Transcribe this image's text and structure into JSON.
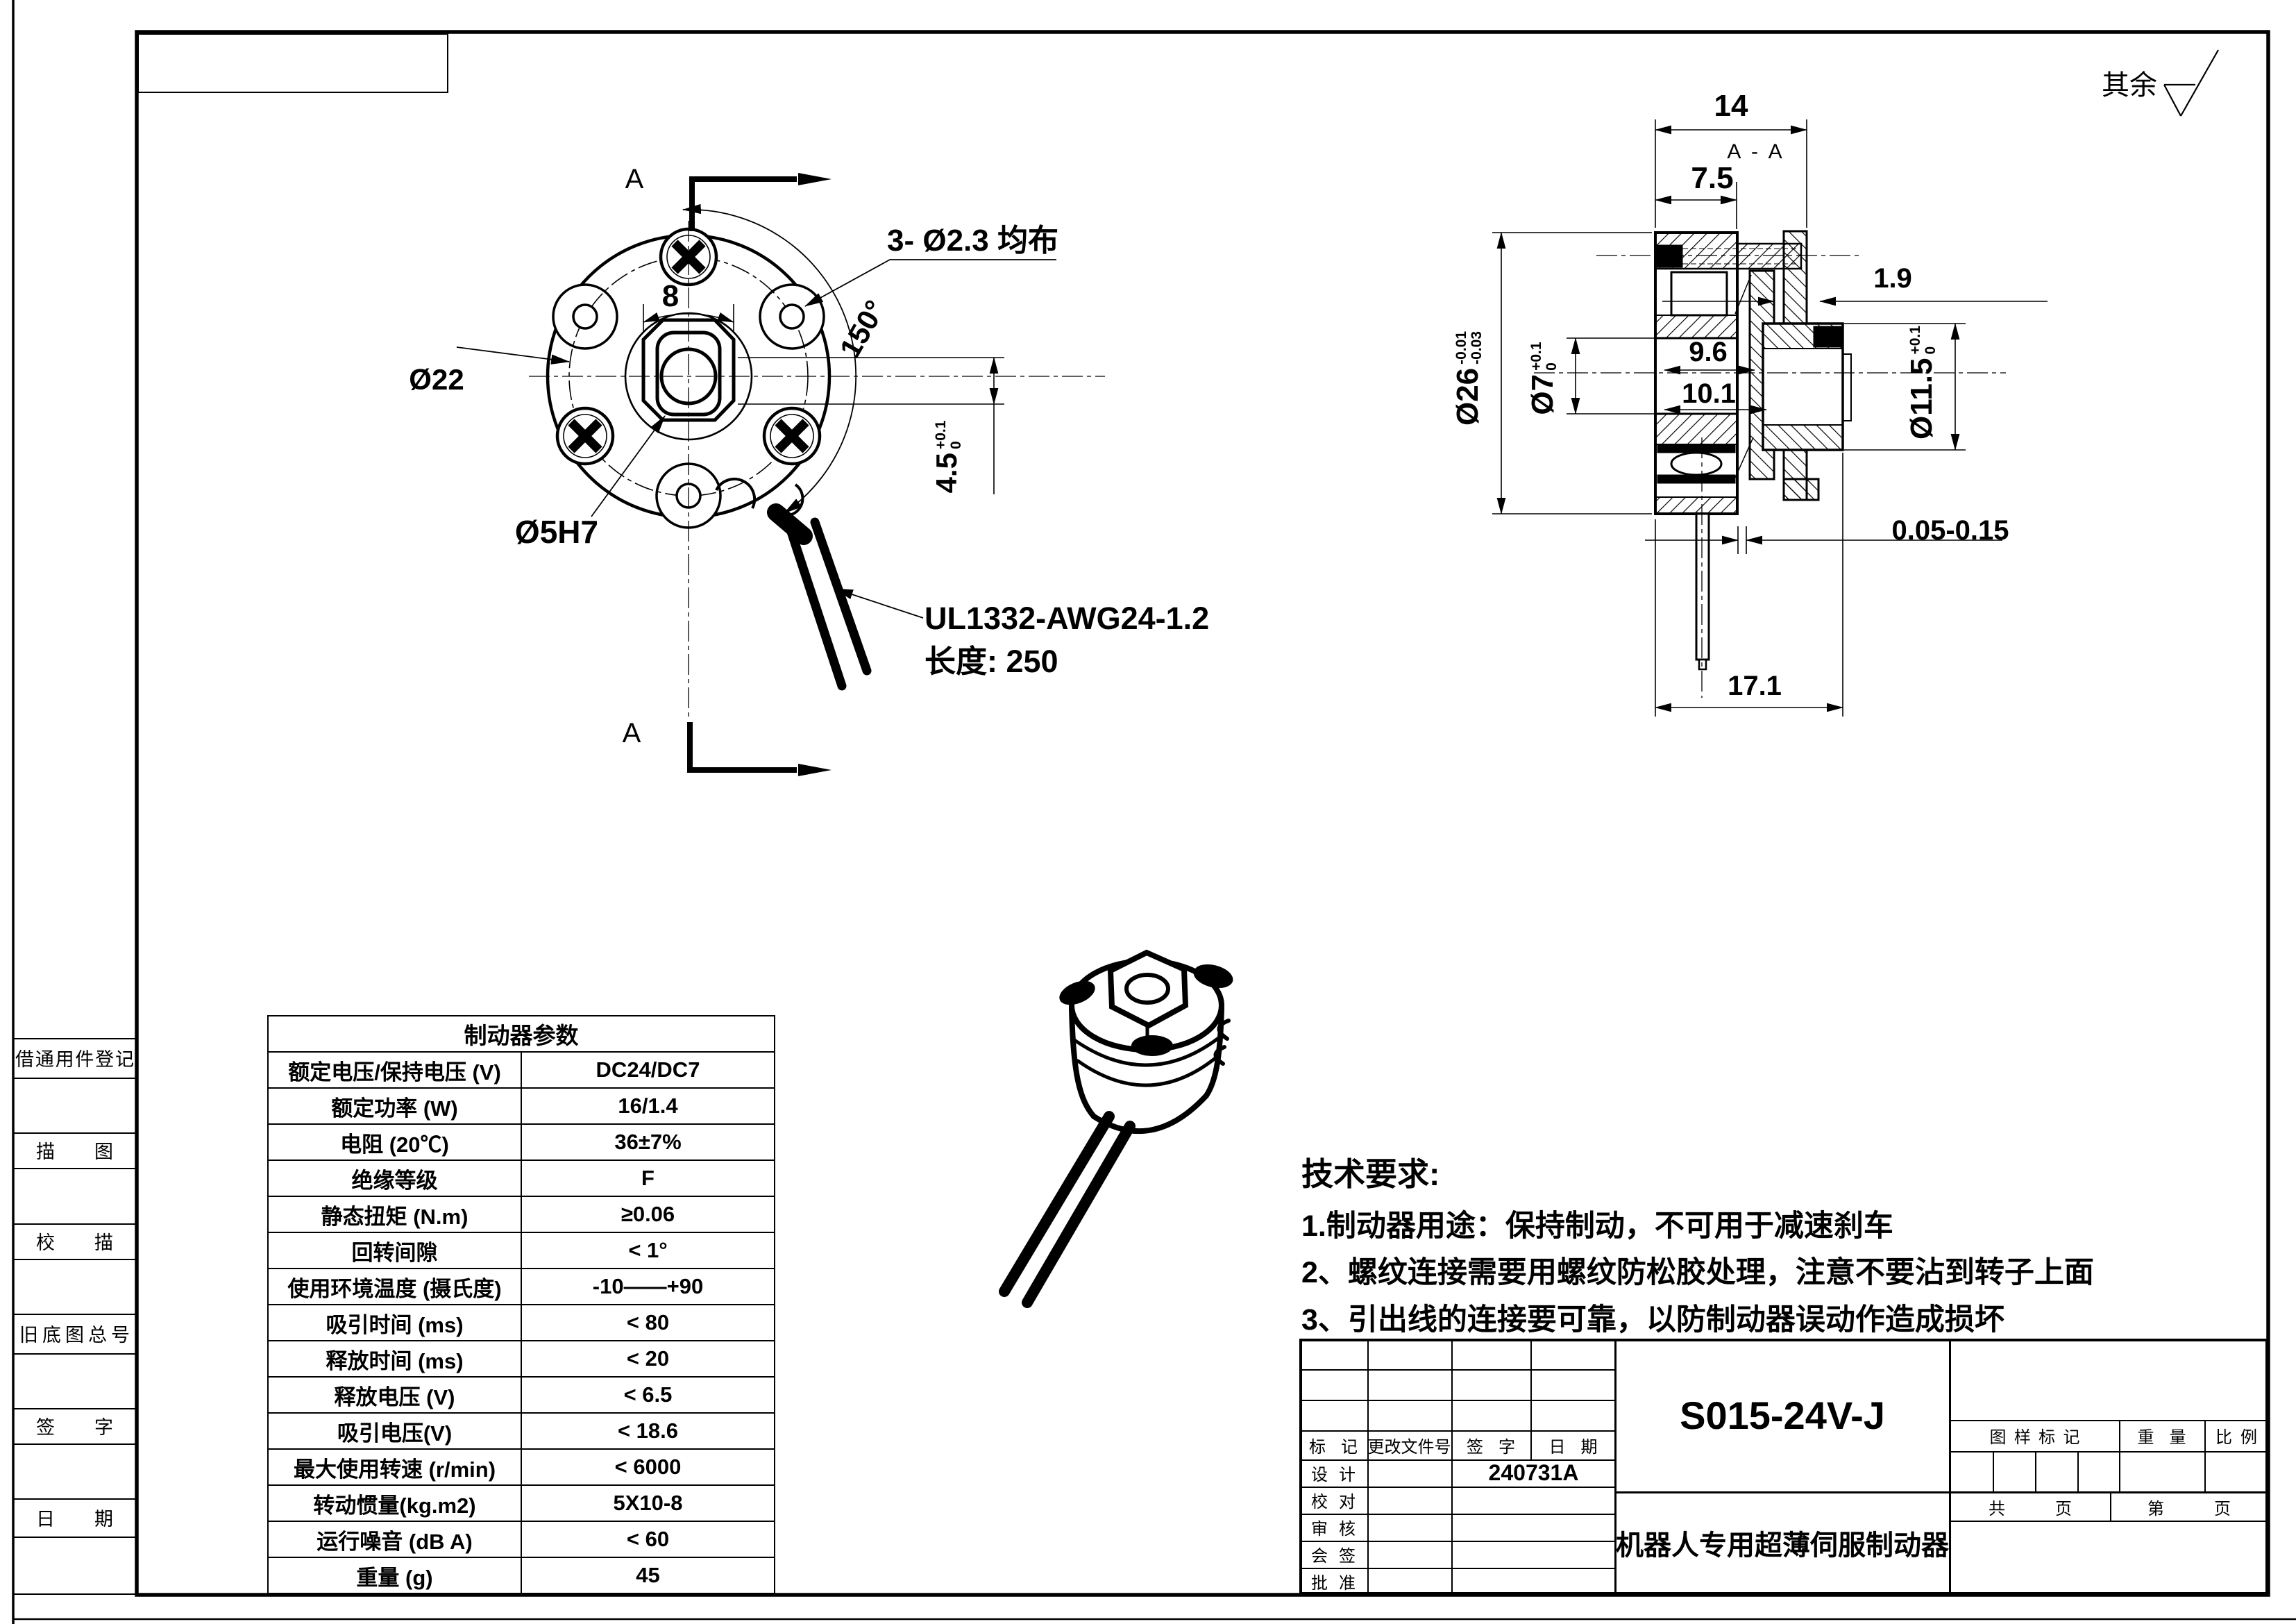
{
  "drawing": {
    "roughness_note": "其余",
    "front_view": {
      "section_marker": "A",
      "dim_bolt_circle": "Ø22",
      "dim_square": "8",
      "dim_holes": "3- Ø2.3 均布",
      "dim_angle": "150°",
      "dim_center_hole": "Ø5H7",
      "dim_offset": "4.5",
      "dim_offset_tol_up": "+0.1",
      "dim_offset_tol_dn": "0",
      "wire_spec": "UL1332-AWG24-1.2",
      "wire_length": "长度: 250"
    },
    "section_view": {
      "label": "A - A",
      "dim_total_depth": "14",
      "dim_body_depth": "7.5",
      "dim_disc": "1.9",
      "dim_outer": "Ø26",
      "dim_outer_tol_up": "-0.01",
      "dim_outer_tol_dn": "-0.03",
      "dim_bore": "Ø7",
      "dim_bore_tol_up": "+0.1",
      "dim_bore_tol_dn": "0",
      "dim_hub": "Ø11.5",
      "dim_hub_tol_up": "+0.1",
      "dim_hub_tol_dn": "0",
      "dim_depth1": "9.6",
      "dim_depth2": "10.1",
      "dim_gap": "0.05-0.15",
      "dim_length": "17.1"
    }
  },
  "param_table": {
    "title": "制动器参数",
    "rows": [
      {
        "label": "额定电压/保持电压 (V)",
        "value": "DC24/DC7"
      },
      {
        "label": "额定功率 (W)",
        "value": "16/1.4"
      },
      {
        "label": "电阻 (20℃)",
        "value": "36±7%"
      },
      {
        "label": "绝缘等级",
        "value": "F"
      },
      {
        "label": "静态扭矩 (N.m)",
        "value": "≥0.06"
      },
      {
        "label": "回转间隙",
        "value": "< 1°"
      },
      {
        "label": "使用环境温度 (摄氏度)",
        "value": "-10——+90"
      },
      {
        "label": "吸引时间 (ms)",
        "value": "< 80"
      },
      {
        "label": "释放时间 (ms)",
        "value": "< 20"
      },
      {
        "label": "释放电压 (V)",
        "value": "< 6.5"
      },
      {
        "label": "吸引电压(V)",
        "value": "< 18.6"
      },
      {
        "label": "最大使用转速 (r/min)",
        "value": "< 6000"
      },
      {
        "label": "转动惯量(kg.m2)",
        "value": "5X10-8"
      },
      {
        "label": "运行噪音 (dB A)",
        "value": "< 60"
      },
      {
        "label": "重量 (g)",
        "value": "45"
      }
    ]
  },
  "tech_requirements": {
    "title": "技术要求:",
    "item1": "1.制动器用途：保持制动，不可用于减速刹车",
    "item2": "2、螺纹连接需要用螺纹防松胶处理，注意不要沾到转子上面",
    "item3": "3、引出线的连接要可靠，以防制动器误动作造成损坏"
  },
  "title_block": {
    "part_number": "S015-24V-J",
    "product_name": "机器人专用超薄伺服制动器",
    "col_mark": "标记",
    "col_doc": "更改文件号",
    "col_sign": "签字",
    "col_date": "日期",
    "row_design": "设计",
    "row_check": "校对",
    "row_audit": "审核",
    "row_countersign": "会签",
    "row_approve": "批准",
    "design_value": "240731A",
    "hdr_drawing_mark": "图样标记",
    "hdr_weight": "重量",
    "hdr_scale": "比例",
    "pages_total": "共页",
    "pages_no": "第页"
  },
  "margin": {
    "item1": "借通用件登记",
    "item2": "描图",
    "item3": "校描",
    "item4": "旧底图总号",
    "item5": "签字",
    "item6": "日期"
  }
}
